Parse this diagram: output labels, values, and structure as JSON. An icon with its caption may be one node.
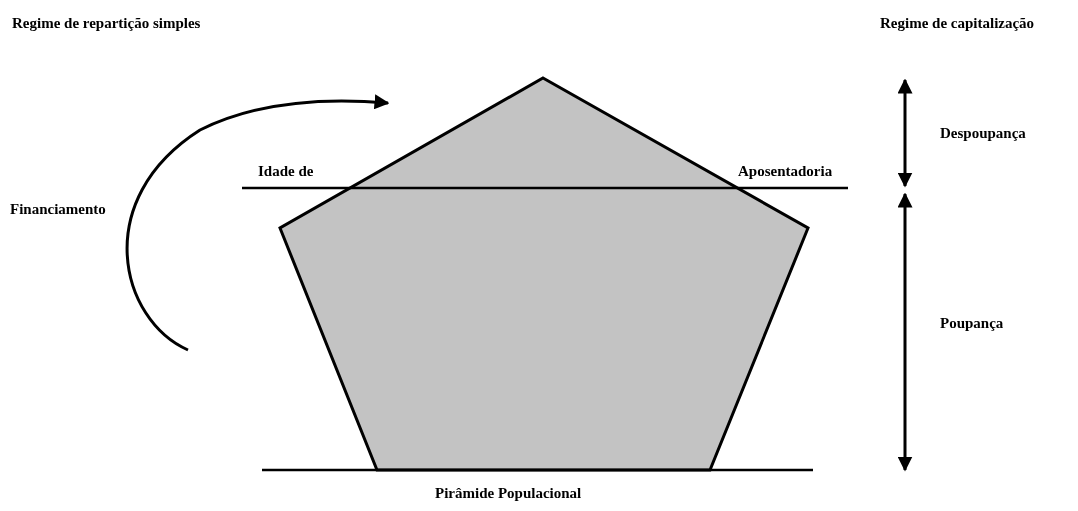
{
  "diagram": {
    "labels": [
      "Regime de repartição simples",
      "Regime de capitalização",
      "Idade de",
      "Aposentadoria",
      "Financiamento",
      "Despoupança",
      "Poupança",
      "Pirâmide Populacional"
    ]
  }
}
